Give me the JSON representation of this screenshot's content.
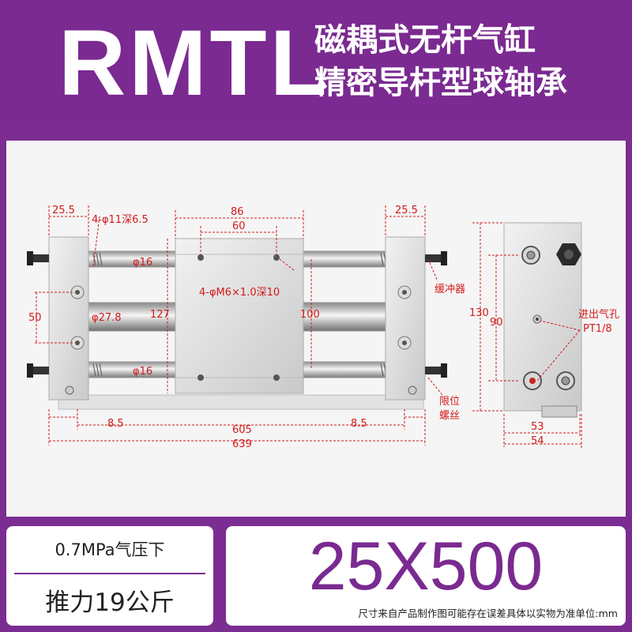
{
  "header": {
    "model": "RMTL",
    "subtitle_line1": "磁耦式无杆气缸",
    "subtitle_line2": "精密导杆型球轴承"
  },
  "dimensions": {
    "left_end_width": "25.5",
    "left_holes": "4-φ11深6.5",
    "carriage_width": "86",
    "carriage_hole_pitch": "60",
    "right_end_width": "25.5",
    "top_rod_dia": "φ16",
    "bottom_rod_dia": "φ16",
    "tube_dia": "φ27.8",
    "end_hole_pitch": "50",
    "carriage_height": "127",
    "carriage_tap": "4-φM6×1.0深10",
    "rod_spacing": "100",
    "left_offset": "8.5",
    "right_offset": "8.5",
    "stroke_length": "605",
    "overall_length": "639",
    "side_height": "130",
    "side_port_pitch": "90",
    "side_width_inner": "53",
    "side_width_outer": "54"
  },
  "callouts": {
    "buffer": "缓冲器",
    "limit_line1": "限位",
    "limit_line2": "螺丝",
    "port_line1": "进出气孔",
    "port_line2": "PT1/8"
  },
  "footer": {
    "pressure": "0.7MPa气压下",
    "thrust": "推力19公斤",
    "size": "25X500",
    "note": "尺寸来自产品制作图可能存在误差具体以实物为准单位:mm"
  }
}
